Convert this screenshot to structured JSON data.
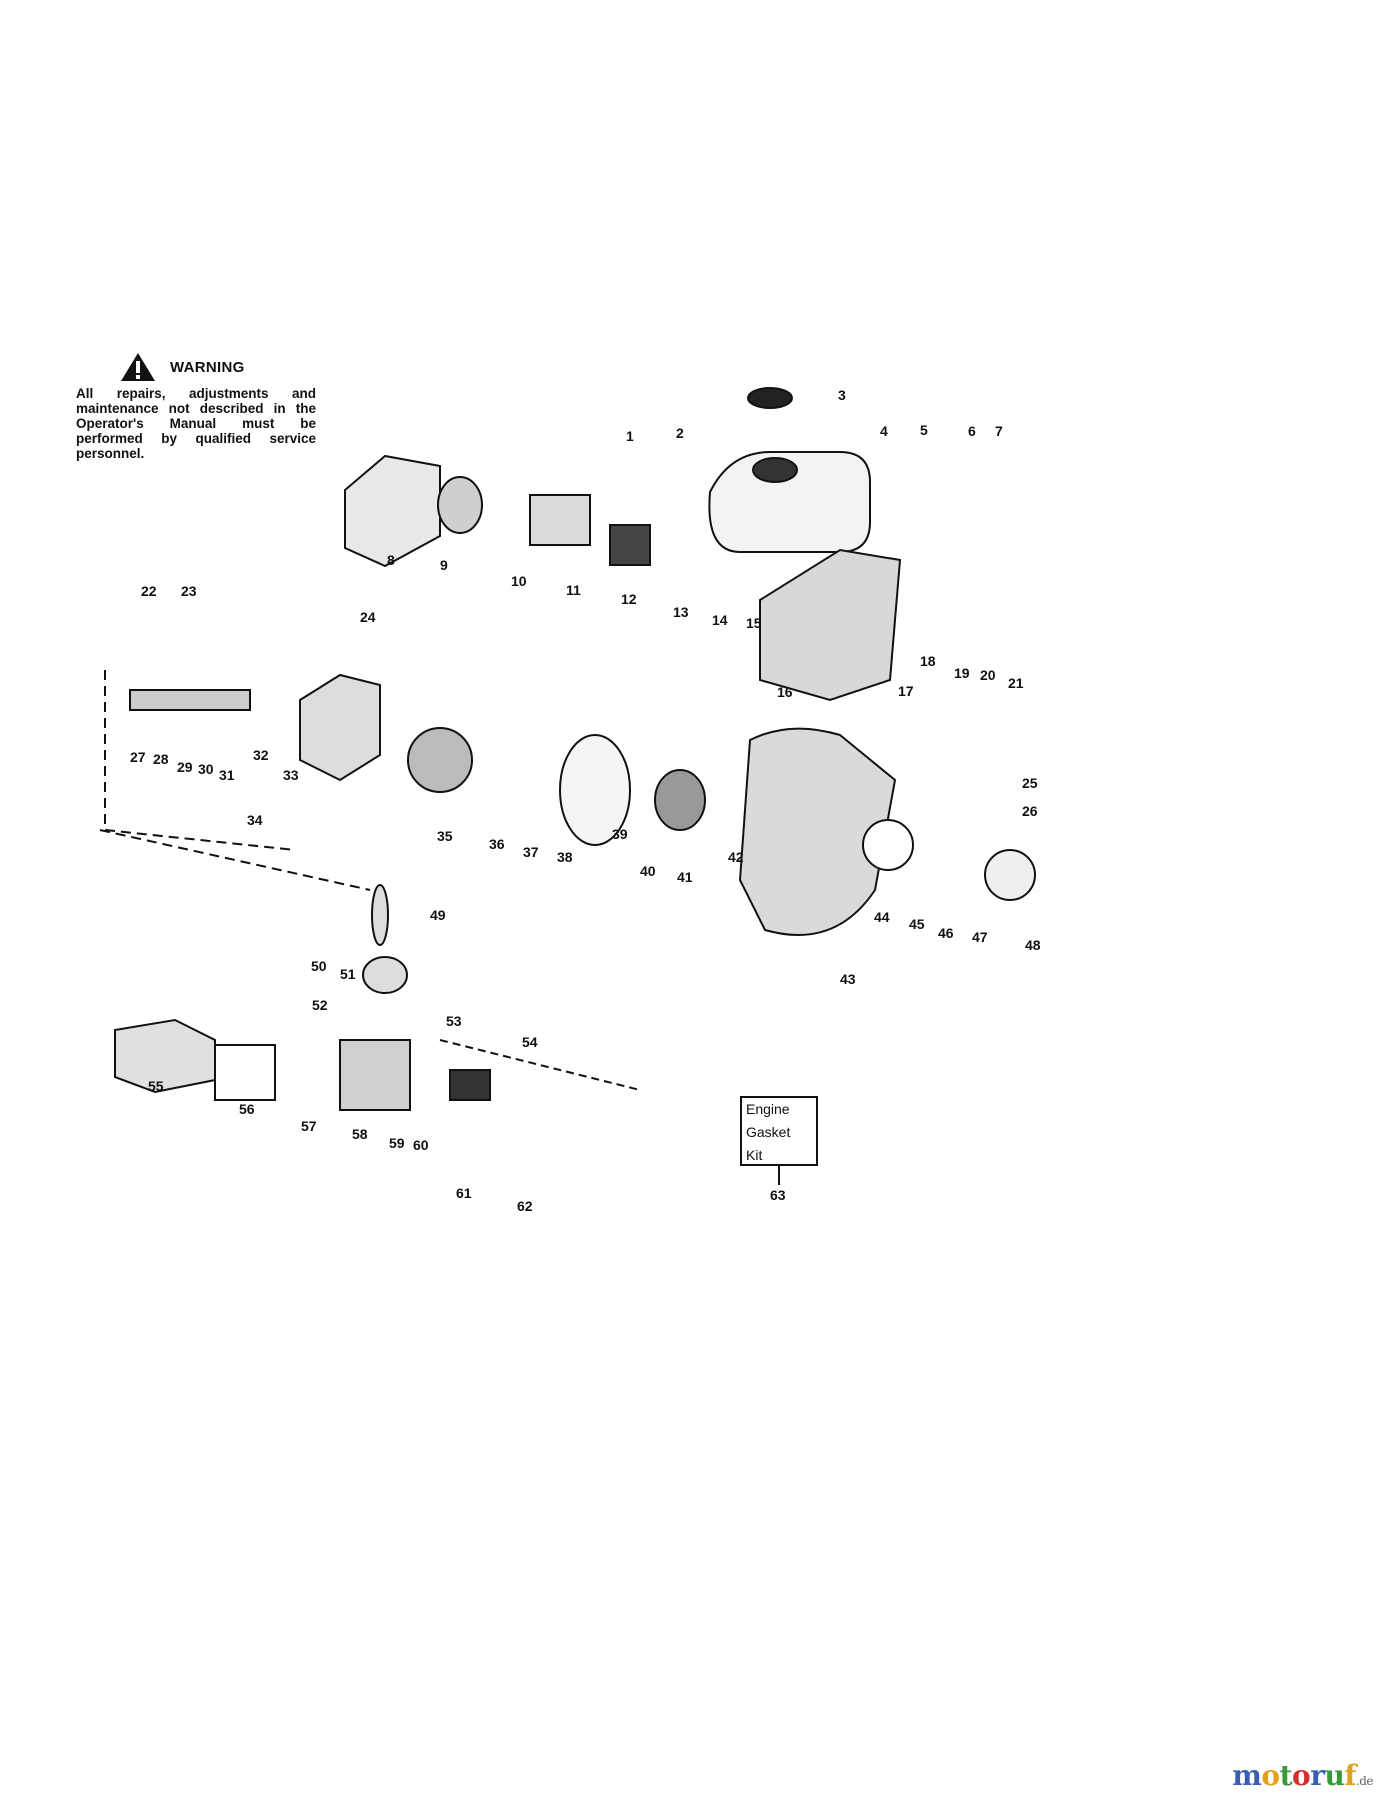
{
  "warning": {
    "title": "WARNING",
    "text": "All repairs, adjustments and maintenance not described in the Operator's Manual must be performed by qualified service personnel.",
    "icon": "warning-triangle-icon"
  },
  "kit": {
    "line1": "Engine",
    "line2": "Gasket",
    "line3": "Kit",
    "number": "63"
  },
  "parts": [
    "1",
    "2",
    "3",
    "4",
    "5",
    "6",
    "7",
    "8",
    "9",
    "10",
    "11",
    "12",
    "13",
    "14",
    "15",
    "16",
    "17",
    "18",
    "19",
    "20",
    "21",
    "22",
    "23",
    "24",
    "25",
    "26",
    "27",
    "28",
    "29",
    "30",
    "31",
    "32",
    "33",
    "34",
    "35",
    "36",
    "37",
    "38",
    "39",
    "40",
    "41",
    "42",
    "43",
    "44",
    "45",
    "46",
    "47",
    "48",
    "49",
    "50",
    "51",
    "52",
    "53",
    "54",
    "55",
    "56",
    "57",
    "58",
    "59",
    "60",
    "61",
    "62"
  ],
  "watermark": {
    "letters": [
      "m",
      "o",
      "t",
      "o",
      "r",
      "u",
      "f"
    ],
    "tld": ".de",
    "colors": [
      "#3a5db0",
      "#e0a020",
      "#3a9a3a",
      "#d03030",
      "#3a5db0",
      "#3a9a3a",
      "#e0a020"
    ]
  }
}
